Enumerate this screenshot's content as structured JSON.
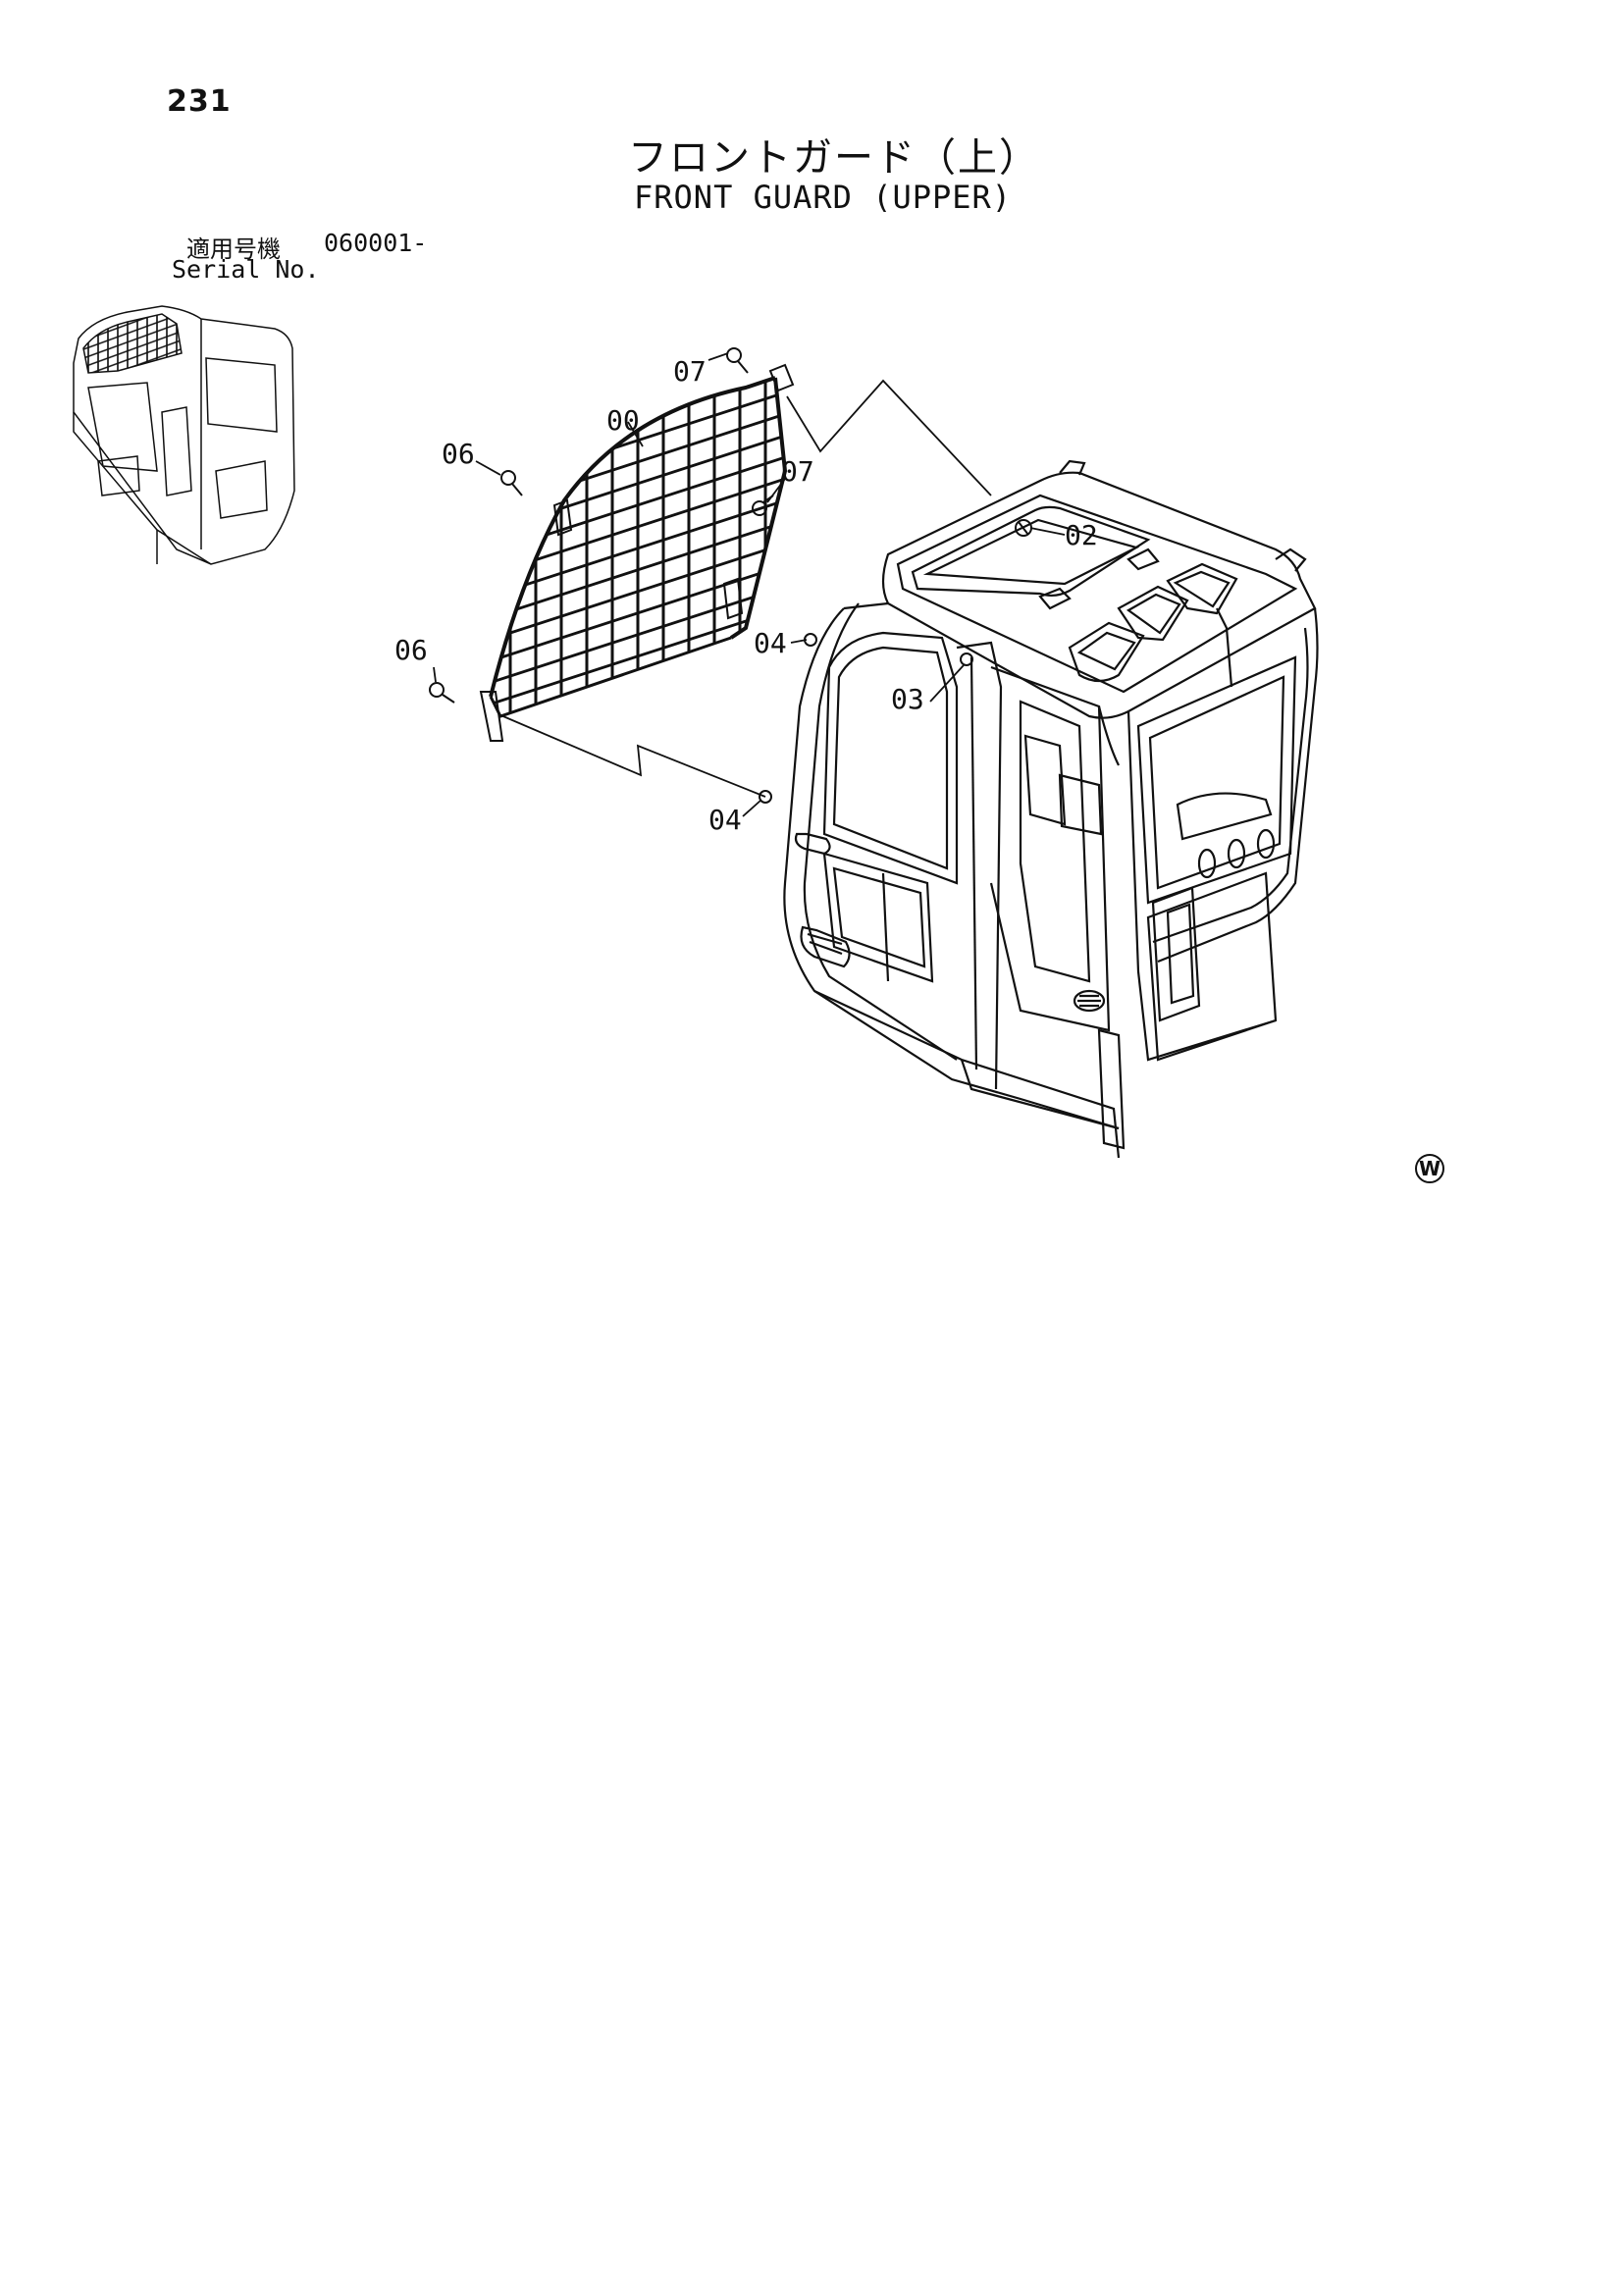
{
  "page": {
    "number": "231",
    "title_jp": "フロントガード（上）",
    "title_en": "FRONT GUARD (UPPER)",
    "serial_label_jp": "適用号機",
    "serial_label_en": "Serial No.",
    "serial_value": "060001-",
    "corner_mark": "W"
  },
  "callouts": [
    {
      "id": "07a",
      "label": "07"
    },
    {
      "id": "00",
      "label": "00"
    },
    {
      "id": "06a",
      "label": "06"
    },
    {
      "id": "07b",
      "label": "07"
    },
    {
      "id": "02",
      "label": "02"
    },
    {
      "id": "04a",
      "label": "04"
    },
    {
      "id": "06b",
      "label": "06"
    },
    {
      "id": "03",
      "label": "03"
    },
    {
      "id": "04b",
      "label": "04"
    }
  ]
}
